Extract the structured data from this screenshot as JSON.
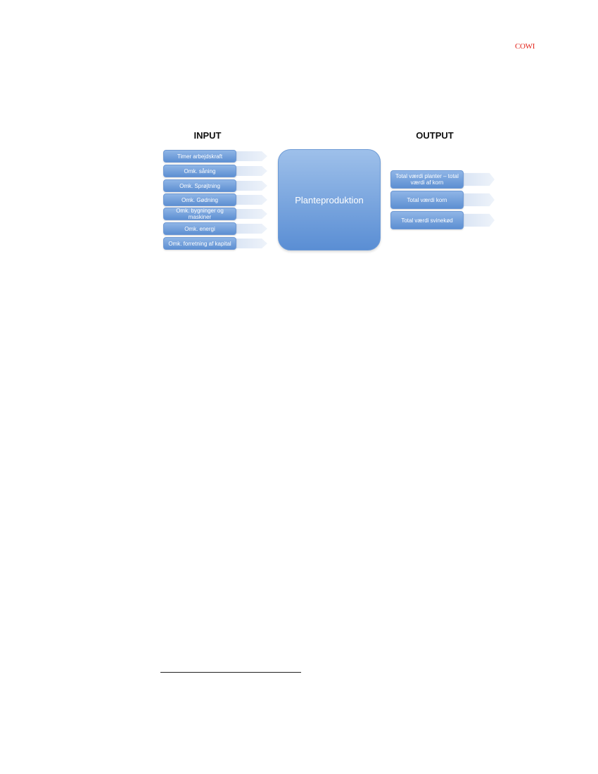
{
  "logo": "COWI",
  "input_heading": "INPUT",
  "output_heading": "OUTPUT",
  "center_label": "Planteproduktion",
  "inputs": [
    "Timer arbejdskraft",
    "Omk. såning",
    "Omk. Sprøjtning",
    "Omk. Gødning",
    "Omk. bygninger og maskiner",
    "Omk. energi",
    "Omk. forretning af kapital"
  ],
  "outputs": [
    "Total værdi planter – total værdi af korn",
    "Total værdi korn",
    "Total værdi svinekød"
  ],
  "colors": {
    "logo": "#e2231a",
    "box_top": "#8fb5e6",
    "box_bottom": "#5d8fd2",
    "arrow": "#d6e2f3"
  }
}
